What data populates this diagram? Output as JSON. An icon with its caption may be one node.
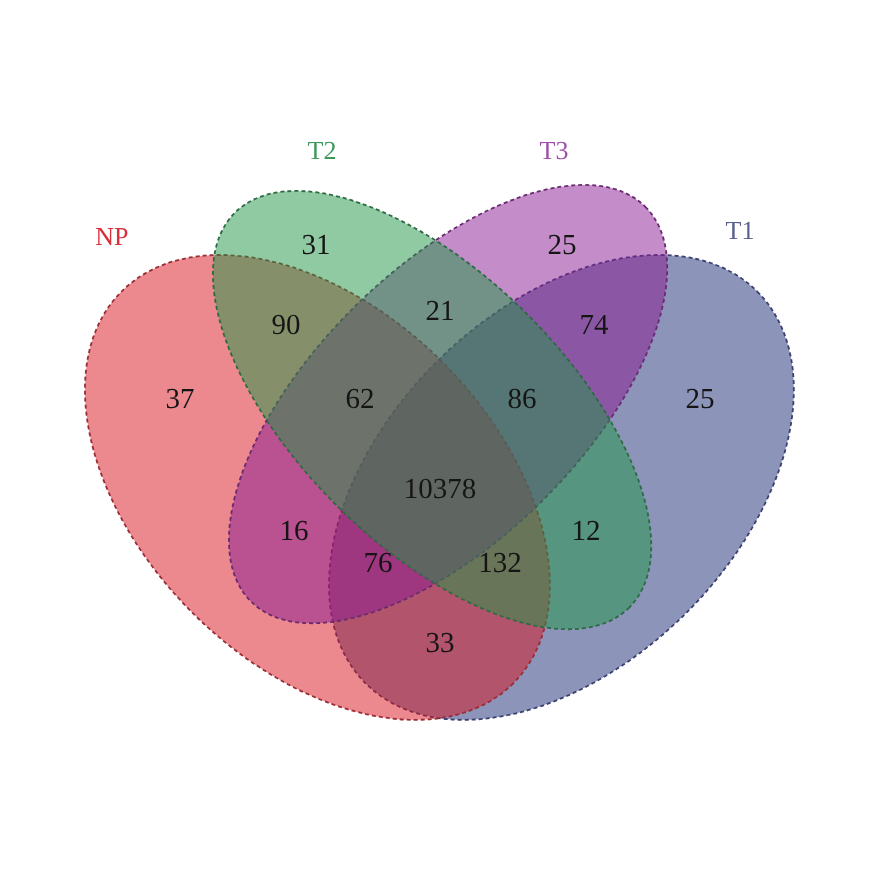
{
  "diagram": {
    "nodes": [
      {
        "text": [
          "NP"
        ]
      },
      {
        "text": [
          "T2"
        ]
      },
      {
        "text": [
          "T3"
        ]
      },
      {
        "text": [
          "T1"
        ]
      }
    ],
    "labels": [
      "31",
      "25",
      "90",
      "21",
      "74",
      "37",
      "62",
      "86",
      "25",
      "10378",
      "16",
      "76",
      "132",
      "12",
      "33"
    ]
  }
}
